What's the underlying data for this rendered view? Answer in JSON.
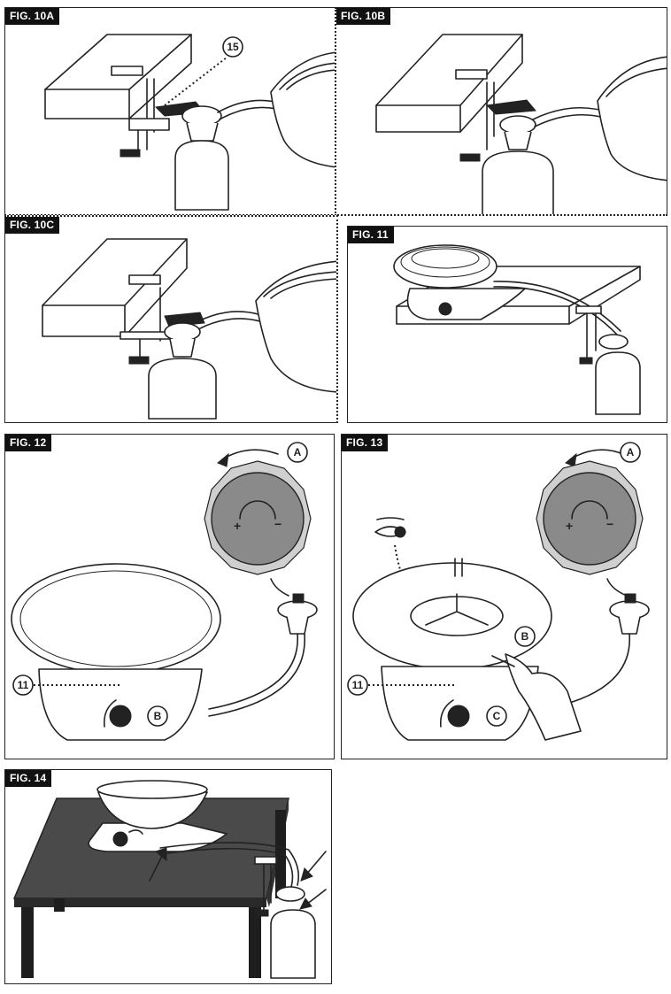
{
  "figures": {
    "fig10a": {
      "label": "FIG. 10A",
      "callouts": [
        "15"
      ]
    },
    "fig10b": {
      "label": "FIG. 10B"
    },
    "fig10c": {
      "label": "FIG. 10C"
    },
    "fig11": {
      "label": "FIG. 11"
    },
    "fig12": {
      "label": "FIG. 12",
      "callouts": [
        "A",
        "B",
        "11"
      ]
    },
    "fig13": {
      "label": "FIG. 13",
      "callouts": [
        "A",
        "B",
        "C",
        "11"
      ]
    },
    "fig14": {
      "label": "FIG. 14"
    }
  },
  "colors": {
    "ink": "#222222",
    "label_bg": "#111111",
    "gray": "#8a8a8a",
    "table": "#4a4a4a"
  }
}
